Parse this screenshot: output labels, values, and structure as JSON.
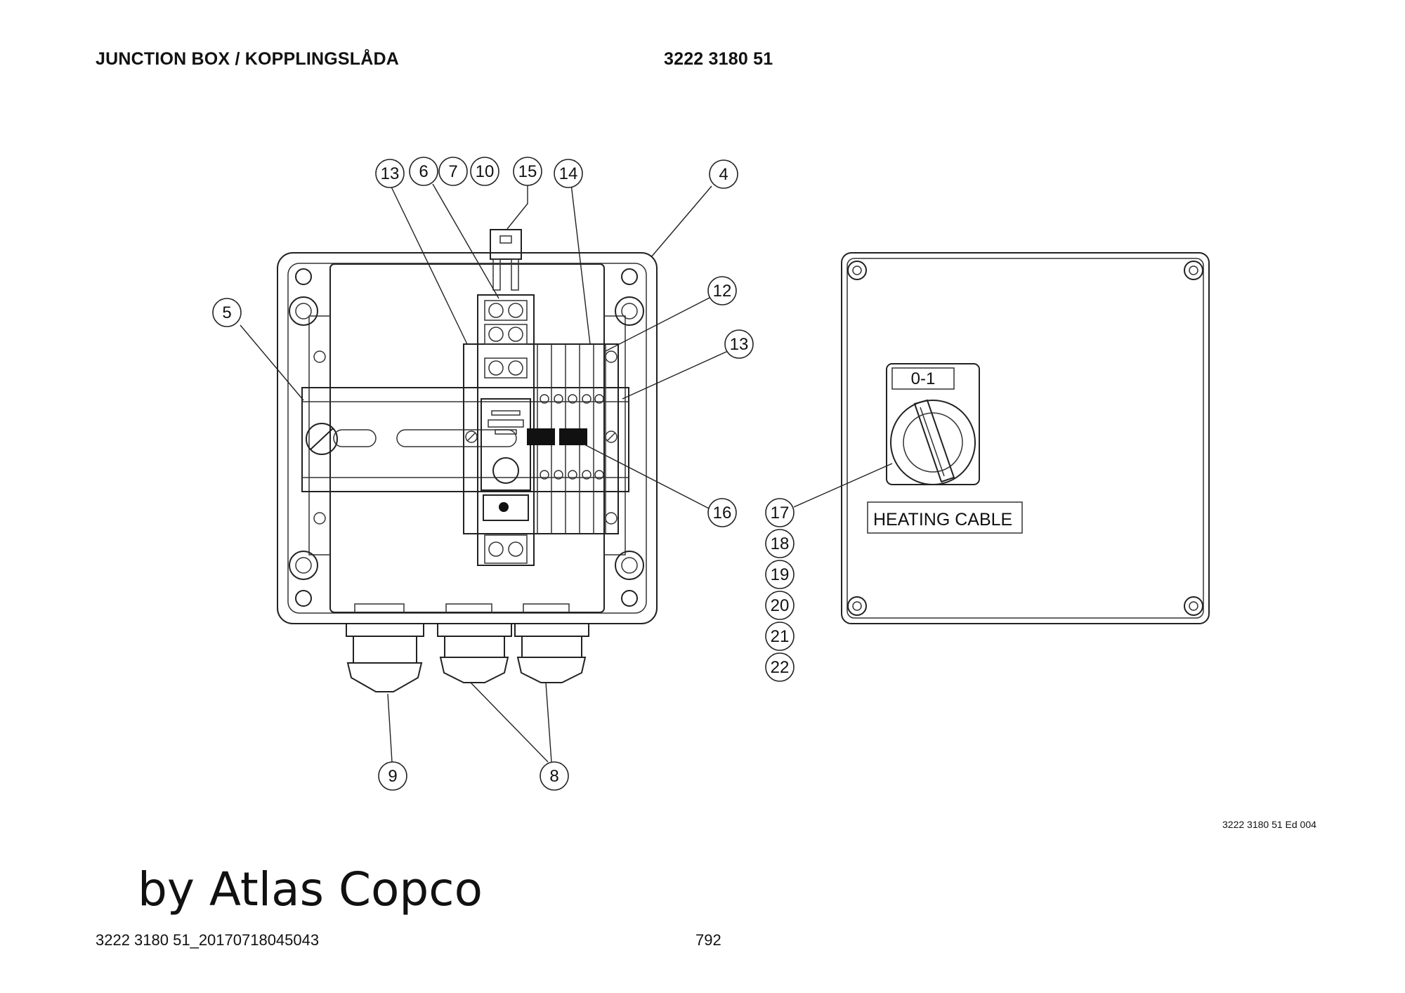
{
  "header": {
    "title": "JUNCTION BOX / KOPPLINGSLÅDA",
    "part_number": "3222 3180 51"
  },
  "callouts": {
    "c13a": "13",
    "c6": "6",
    "c7": "7",
    "c10": "10",
    "c15": "15",
    "c14": "14",
    "c4": "4",
    "c5": "5",
    "c12": "12",
    "c13b": "13",
    "c16": "16",
    "c17": "17",
    "c18": "18",
    "c19": "19",
    "c20": "20",
    "c21": "21",
    "c22": "22",
    "c9": "9",
    "c8": "8"
  },
  "lid": {
    "switch_label": "0-1",
    "plate_label": "HEATING CABLE"
  },
  "drawing_ref": "3222 3180 51 Ed 004",
  "brand": "by Atlas Copco",
  "footer": {
    "document_id": "3222 3180 51_20170718045043",
    "page_number": "792"
  }
}
